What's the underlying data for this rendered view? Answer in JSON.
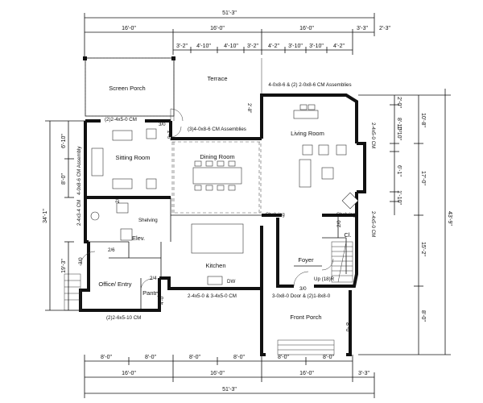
{
  "dimensions": {
    "top_overall": "51'-3\"",
    "top_row1": [
      "16'-0\"",
      "16'-0\"",
      "16'-0\"",
      "3'-3\""
    ],
    "top_row2": [
      "3'-2\"",
      "4'-10\"",
      "4'-10\"",
      "3'-2\"",
      "4'-2\"",
      "3'-10\"",
      "3'-10\"",
      "4'-2\""
    ],
    "right_small": "2'-3\"",
    "bottom_row1": [
      "8'-0\"",
      "8'-0\"",
      "8'-0\"",
      "8'-0\"",
      "8'-0\"",
      "8'-0\""
    ],
    "bottom_row2": [
      "16'-0\"",
      "16'-0\"",
      "16'-0\"",
      "3'-3\""
    ],
    "bottom_overall": "51'-3\"",
    "left_outer": "34'-1\"",
    "left_mid1": "6'-10\"",
    "left_mid2": "8'-0\"",
    "left_mid3": "19'-3\"",
    "right_a": [
      "2'-0\"",
      "8'-10\"",
      "1'-10\"",
      "6'-1\"",
      "1'-10\""
    ],
    "right_b": [
      "10'-8\"",
      "17'-0\"",
      "15'-2\"",
      "8'-0\""
    ],
    "right_outer": "43'-9\"",
    "porch_side": "8'-0\""
  },
  "rooms": {
    "screen_porch": "Screen Porch",
    "terrace": "Terrace",
    "sitting_room": "Sitting Room",
    "dining_room": "Dining Room",
    "living_room": "Living Room",
    "kitchen": "Kitchen",
    "foyer": "Foyer",
    "office_entry": "Office/ Entry",
    "pantry": "Pantry",
    "front_porch": "Front Porch",
    "elev": "Elev.",
    "cl": "Cl."
  },
  "labels": {
    "assemblies_top": "4-0x8-6 & (2) 2-0x8-6 CM Assemblies",
    "cm_2_4x5": "(2)2-4x5-0 CM",
    "door_30a": "3/0",
    "door_30b": "3/0",
    "door_30c": "3/0",
    "assemblies_dining": "(3)4-0x8-6 CM Assemblies",
    "d26": "2'-6\"",
    "d28": "2'-8\"",
    "d26b": "2/6",
    "d24": "2/4",
    "d40": "4'-0\"",
    "left_vert1": "4-0x8-6 CM Assembly",
    "left_vert2": "2-4x3-4 CM",
    "right_vert1": "2-4x5-0 CM",
    "right_vert2": "2-4x5-0 CM",
    "shelving1": "Shelving",
    "shelving2": "Shelving",
    "shelving3": "Shelving",
    "dw": "DW",
    "up": "Up (18)R",
    "kitchen_window": "2-4x5-0 & 3-4x5-0 CM",
    "door_front": "3-0x8-0 Door & (2)1-8x8-0",
    "office_window": "(2)2-6x5-10 CM",
    "cl_door": "2/0"
  }
}
